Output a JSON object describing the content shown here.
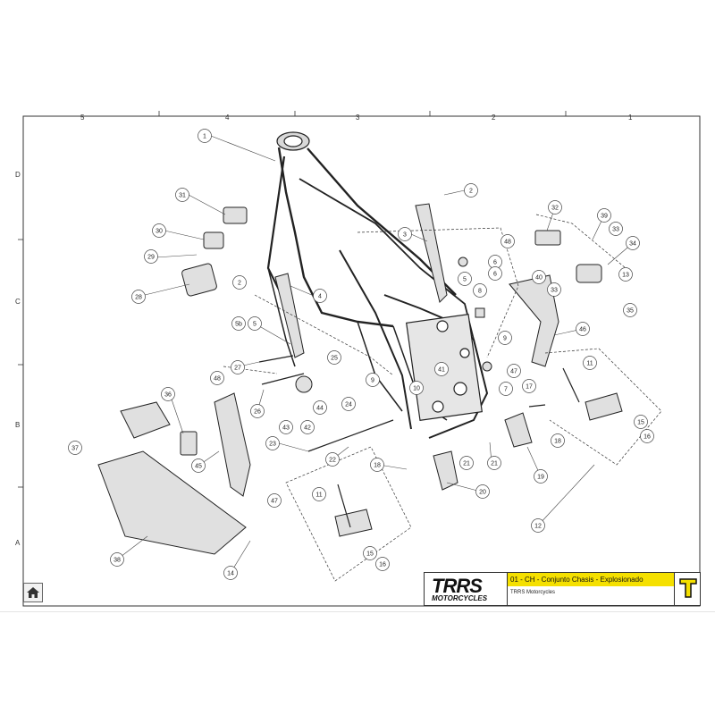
{
  "sheet": {
    "column_labels": [
      "5",
      "4",
      "3",
      "2",
      "1"
    ],
    "row_labels": [
      "D",
      "C",
      "B",
      "A"
    ]
  },
  "title_block": {
    "brand_logo": "TRRS",
    "brand_sub": "MOTORCYCLES",
    "title": "01 - CH - Conjunto Chasis - Explosionado",
    "company": "TRRS Motorcycles",
    "title_bg_color": "#f5e000"
  },
  "callouts": [
    "1",
    "2",
    "2",
    "3",
    "4",
    "5",
    "5",
    "5b",
    "6",
    "6",
    "7",
    "8",
    "9",
    "9",
    "10",
    "11",
    "11",
    "12",
    "13",
    "14",
    "15",
    "15",
    "16",
    "16",
    "17",
    "18",
    "18",
    "19",
    "20",
    "21",
    "21",
    "22",
    "23",
    "24",
    "25",
    "26",
    "27",
    "28",
    "29",
    "30",
    "31",
    "32",
    "33",
    "33",
    "34",
    "35",
    "36",
    "37",
    "38",
    "39",
    "40",
    "41",
    "42",
    "43",
    "44",
    "45",
    "46",
    "47",
    "47",
    "48",
    "48"
  ],
  "nav": {
    "home_icon": "home-icon"
  }
}
